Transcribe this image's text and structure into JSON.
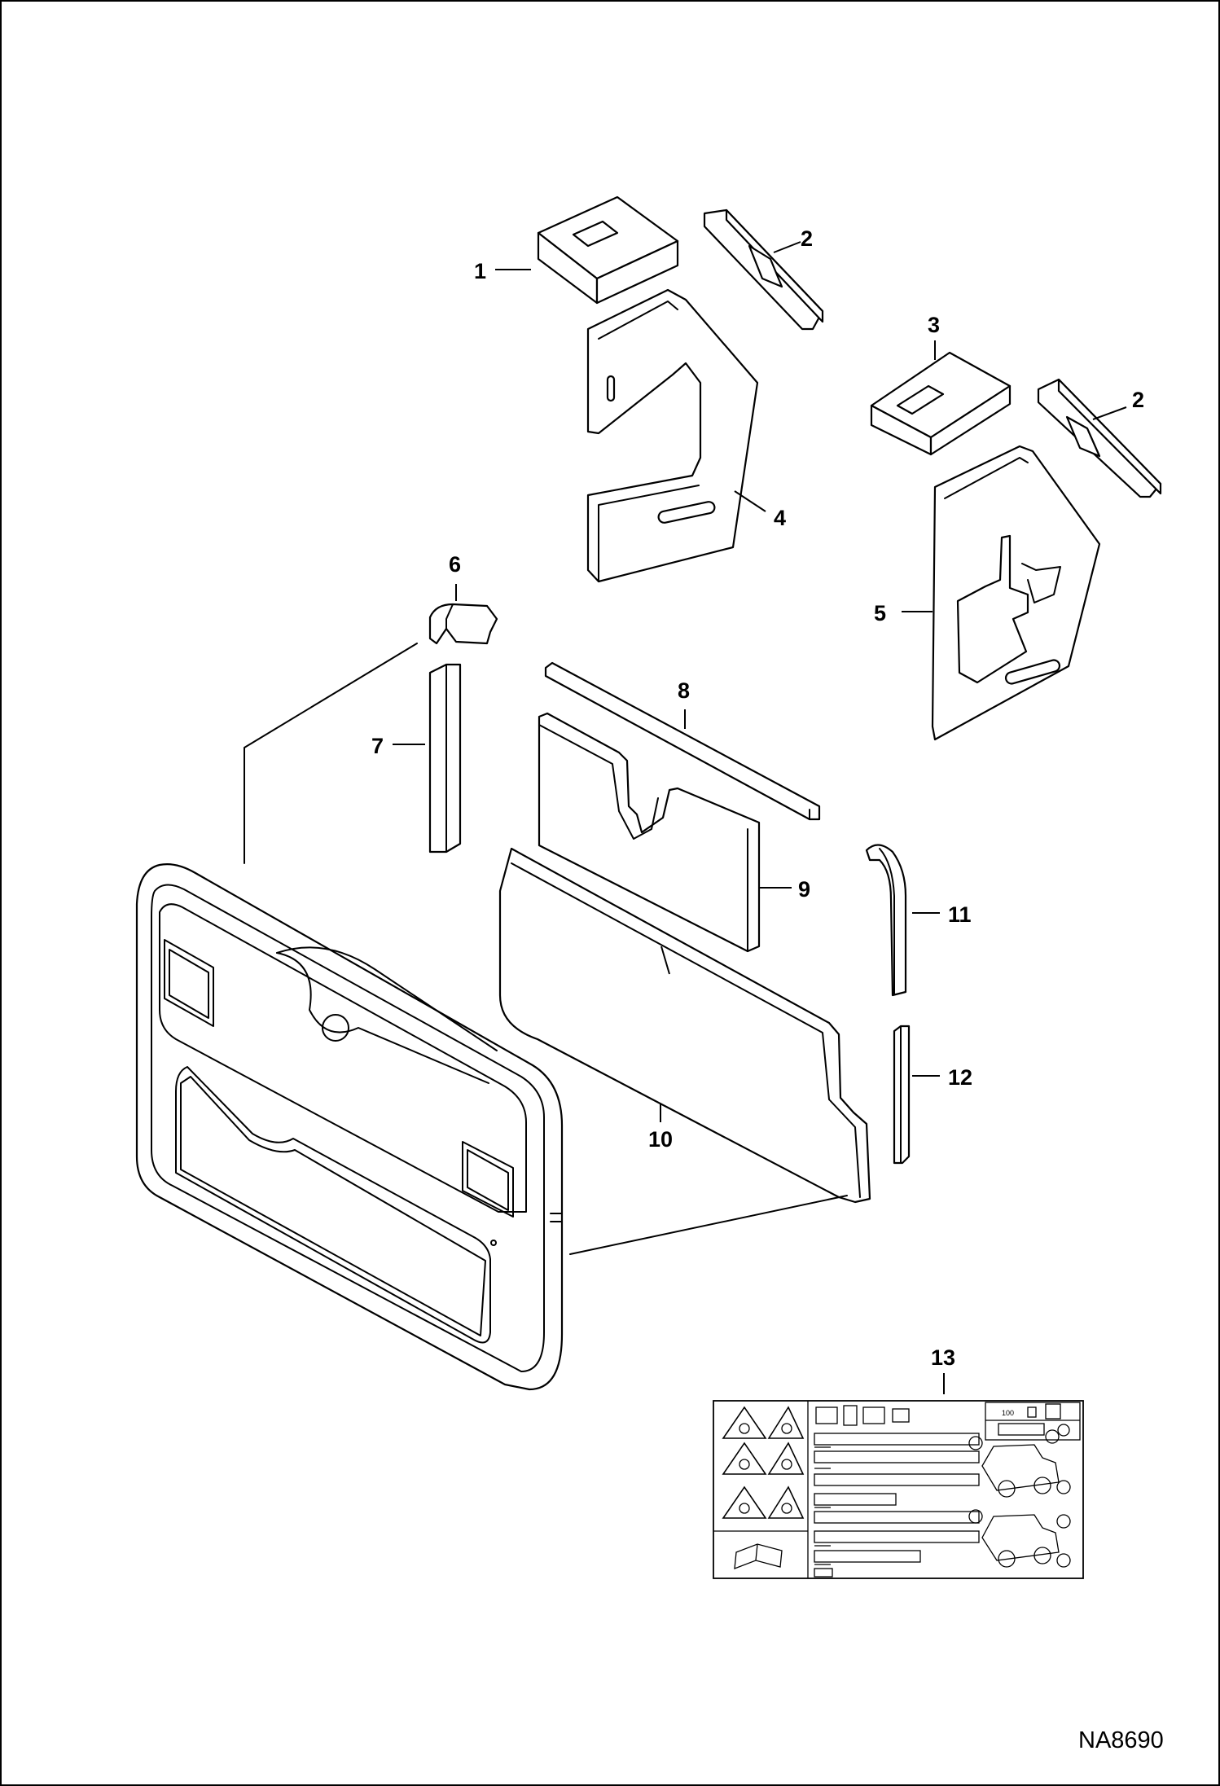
{
  "callouts": {
    "c1": "1",
    "c2a": "2",
    "c3": "3",
    "c2b": "2",
    "c4": "4",
    "c5": "5",
    "c6": "6",
    "c7": "7",
    "c8": "8",
    "c9": "9",
    "c10": "10",
    "c11": "11",
    "c12": "12",
    "c13": "13"
  },
  "decal": {
    "count_label": "100"
  },
  "drawing_id": "NA8690"
}
